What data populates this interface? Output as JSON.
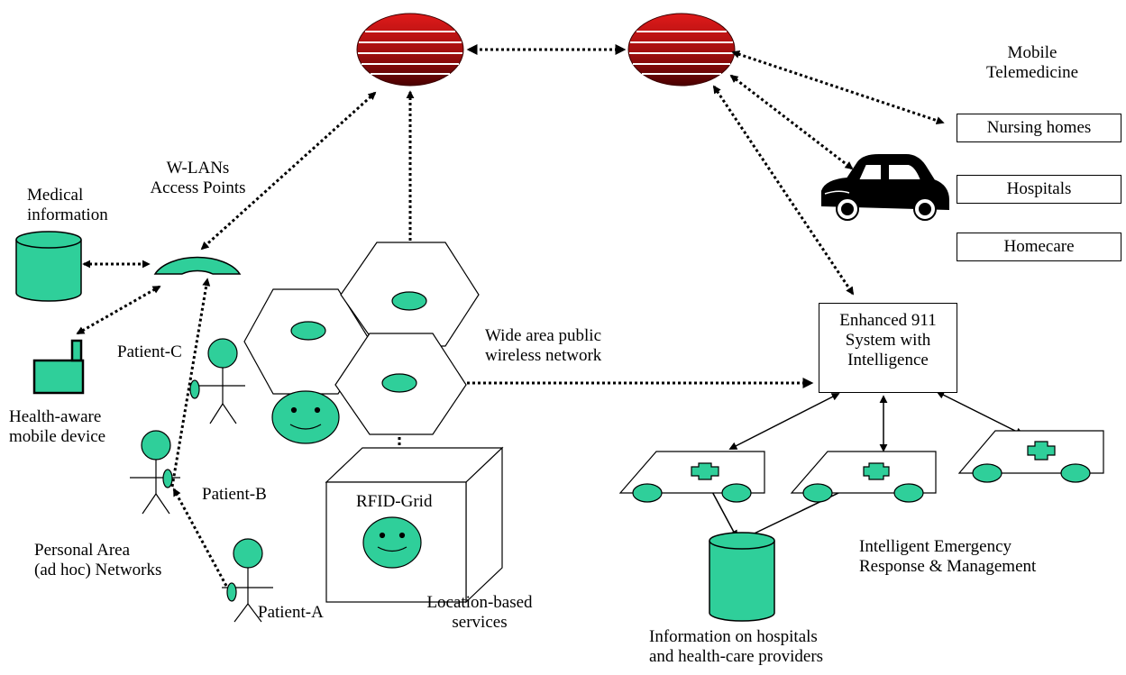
{
  "colors": {
    "node_fill": "#2fcf9a",
    "globe_fill": "#b31212",
    "globe_dark": "#5e0000",
    "line": "#000000"
  },
  "labels": {
    "mobile_telemedicine_line1": "Mobile",
    "mobile_telemedicine_line2": "Telemedicine",
    "nursing_homes": "Nursing homes",
    "hospitals": "Hospitals",
    "homecare": "Homecare",
    "wlan_line1": "W-LANs",
    "wlan_line2": "Access Points",
    "medical_info_line1": "Medical",
    "medical_info_line2": "information",
    "health_aware_line1": "Health-aware",
    "health_aware_line2": "mobile device",
    "patient_c": "Patient-C",
    "patient_b": "Patient-B",
    "patient_a": "Patient-A",
    "pan_line1": "Personal Area",
    "pan_line2": "(ad hoc) Networks",
    "wide_area_line1": "Wide area public",
    "wide_area_line2": "wireless network",
    "rfid_grid": "RFID-Grid",
    "location_line1": "Location-based",
    "location_line2": "services",
    "e911_line1": "Enhanced 911",
    "e911_line2": "System with",
    "e911_line3": "Intelligence",
    "emergency_line1": "Intelligent Emergency",
    "emergency_line2": "Response & Management",
    "info_hosp_line1": "Information on hospitals",
    "info_hosp_line2": "and health-care providers"
  }
}
